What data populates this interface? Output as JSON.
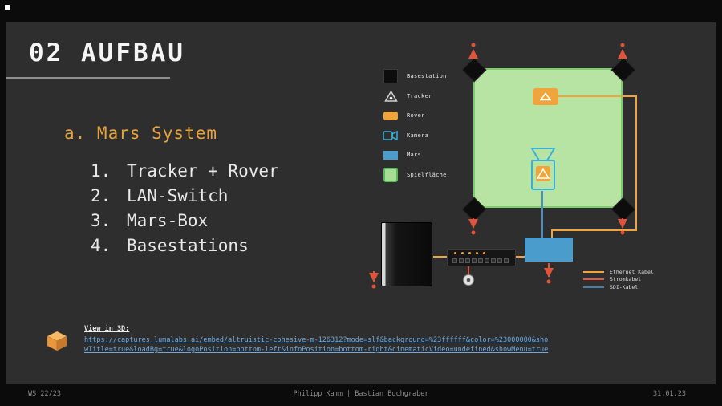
{
  "slide": {
    "title": "02 AUFBAU",
    "section_heading": "a. Mars System",
    "list": [
      {
        "num": "1.",
        "text": "Tracker + Rover"
      },
      {
        "num": "2.",
        "text": "LAN-Switch"
      },
      {
        "num": "3.",
        "text": "Mars-Box"
      },
      {
        "num": "4.",
        "text": "Basestations"
      }
    ]
  },
  "legend": {
    "items": [
      {
        "label": "Basestation",
        "icon": "basestation-icon"
      },
      {
        "label": "Tracker",
        "icon": "tracker-icon"
      },
      {
        "label": "Rover",
        "icon": "rover-icon"
      },
      {
        "label": "Kamera",
        "icon": "camera-icon"
      },
      {
        "label": "Mars",
        "icon": "mars-icon"
      },
      {
        "label": "Spielfläche",
        "icon": "playfield-icon"
      }
    ]
  },
  "cable_legend": {
    "items": [
      {
        "label": "Ethernet Kabel",
        "color": "#f0a43c"
      },
      {
        "label": "Stromkabel",
        "color": "#e8553c"
      },
      {
        "label": "SDI-Kabel",
        "color": "#4a7fa8"
      }
    ]
  },
  "link": {
    "label": "View in 3D:",
    "url_line1": "https://captures.lumalabs.ai/embed/altruistic-cohesive-m-126312?mode=slf&background=%23ffffff&color=%23000000&sho",
    "url_line2": "wTitle=true&loadBg=true&logoPosition=bottom-left&infoPosition=bottom-right&cinematicVideo=undefined&showMenu=true"
  },
  "footer": {
    "left": "WS 22/23",
    "center": "Philipp Kamm | Bastian Buchgraber",
    "right": "31.01.23"
  },
  "colors": {
    "accent_orange": "#e8a23c",
    "field_green": "#b7e3a3",
    "field_border": "#79d06b",
    "mars_blue": "#4a9ccc",
    "camera_blue": "#3ab0d8",
    "power_red": "#e0543c",
    "link_blue": "#6fa8dc"
  }
}
